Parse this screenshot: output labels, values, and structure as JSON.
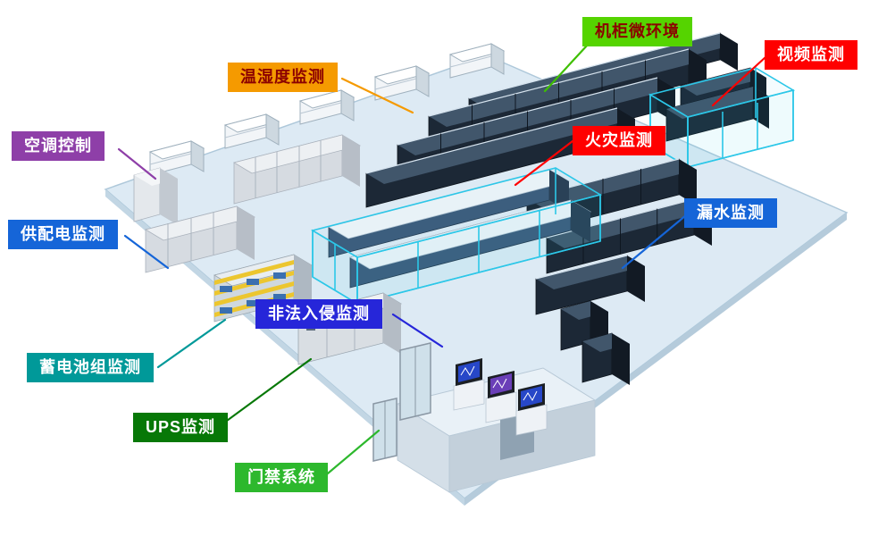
{
  "diagram": {
    "kind": "datacenter-monitoring-isometric",
    "labels": [
      {
        "id": "temp-humidity",
        "text": "温湿度监测",
        "bg": "#F59A00",
        "fg": "#8B0000",
        "line": "#F59A00"
      },
      {
        "id": "cabinet-micro",
        "text": "机柜微环境",
        "bg": "#55D400",
        "fg": "#8B0000",
        "line": "#3EBF00"
      },
      {
        "id": "video",
        "text": "视频监测",
        "bg": "#FF0000",
        "fg": "#FFFFFF",
        "line": "#FF0000"
      },
      {
        "id": "fire",
        "text": "火灾监测",
        "bg": "#FF0000",
        "fg": "#FFFFFF",
        "line": "#FF0000"
      },
      {
        "id": "ac-control",
        "text": "空调控制",
        "bg": "#8E3FA8",
        "fg": "#FFFFFF",
        "line": "#8E3FA8"
      },
      {
        "id": "power",
        "text": "供配电监测",
        "bg": "#1565D8",
        "fg": "#FFFFFF",
        "line": "#1565D8"
      },
      {
        "id": "leak",
        "text": "漏水监测",
        "bg": "#1565D8",
        "fg": "#FFFFFF",
        "line": "#1565D8"
      },
      {
        "id": "intrusion",
        "text": "非法入侵监测",
        "bg": "#2626D9",
        "fg": "#FFFFFF",
        "line": "#2626D9"
      },
      {
        "id": "battery",
        "text": "蓄电池组监测",
        "bg": "#009999",
        "fg": "#FFFFFF",
        "line": "#009999"
      },
      {
        "id": "ups",
        "text": "UPS监测",
        "bg": "#077807",
        "fg": "#FFFFFF",
        "line": "#077807"
      },
      {
        "id": "door",
        "text": "门禁系统",
        "bg": "#2DB82D",
        "fg": "#FFFFFF",
        "line": "#2DB82D"
      }
    ]
  }
}
